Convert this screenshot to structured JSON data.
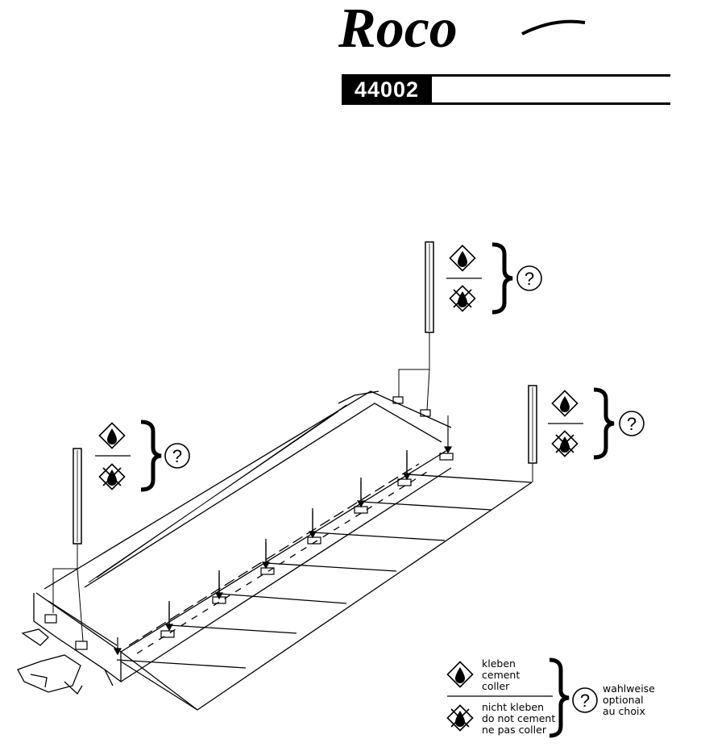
{
  "brand": {
    "logo_text": "Roco"
  },
  "model": {
    "number": "44002"
  },
  "legend": {
    "glue_labels": [
      "kleben",
      "cement",
      "coller"
    ],
    "no_glue_labels": [
      "nicht kleben",
      "do not cement",
      "ne pas coller"
    ],
    "optional_labels": [
      "wahlweise",
      "optional",
      "au choix"
    ],
    "question_symbol": "?"
  },
  "callouts": [
    {
      "name": "callout-top",
      "question_symbol": "?"
    },
    {
      "name": "callout-left",
      "question_symbol": "?"
    },
    {
      "name": "callout-right",
      "question_symbol": "?"
    }
  ],
  "icons": {
    "glue": "glue-drop-icon",
    "no_glue": "no-glue-crossed-drop-icon",
    "optional": "question-circle-icon"
  }
}
